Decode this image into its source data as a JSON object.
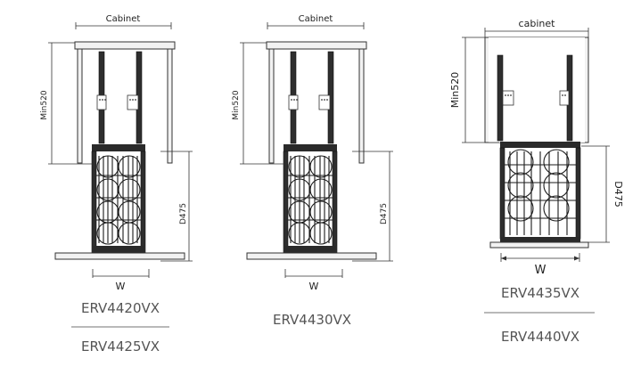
{
  "diagrams": [
    {
      "cabinet_label": "Cabinet",
      "min_label": "Min520",
      "depth_label": "D475",
      "width_label": "W",
      "models": [
        "ERV4420VX",
        "ERV4425VX"
      ]
    },
    {
      "cabinet_label": "Cabinet",
      "min_label": "Min520",
      "depth_label": "D475",
      "width_label": "W",
      "models": [
        "ERV4430VX"
      ]
    },
    {
      "cabinet_label": "cabinet",
      "min_label": "Min520",
      "depth_label": "D475",
      "width_label": "W",
      "models": [
        "ERV4435VX",
        "ERV4440VX"
      ]
    }
  ]
}
